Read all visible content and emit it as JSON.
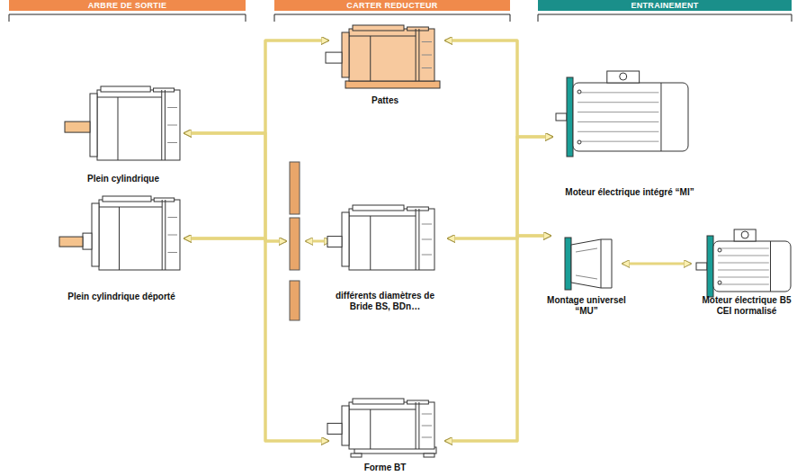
{
  "diagram": {
    "nodes": [
      {
        "text": [
          "ARBRE DE SORTIE"
        ]
      },
      {
        "text": [
          "CARTER REDUCTEUR"
        ]
      },
      {
        "text": [
          "ENTRAINEMENT"
        ]
      },
      {
        "text": [
          "Pattes"
        ]
      },
      {
        "text": [
          "Plein cylindrique"
        ]
      },
      {
        "text": [
          "Moteur électrique intégré “MI”"
        ]
      },
      {
        "text": [
          "différents diamètres de Bride BS, BDn…"
        ]
      },
      {
        "text": [
          "Plein cylindrique déporté"
        ]
      },
      {
        "text": [
          "Montage universel “MU”"
        ]
      },
      {
        "text": [
          "Moteur électrique B5 CEI normalisé"
        ]
      },
      {
        "text": [
          "Forme BT"
        ]
      }
    ],
    "edges": [
      {
        "from": 4,
        "to": 3,
        "arrow": "both"
      },
      {
        "from": 4,
        "to": 6,
        "arrow": "both"
      },
      {
        "from": 4,
        "to": 10,
        "arrow": "both"
      },
      {
        "from": 7,
        "to": 3,
        "arrow": "both"
      },
      {
        "from": 7,
        "to": 6,
        "arrow": "both"
      },
      {
        "from": 7,
        "to": 10,
        "arrow": "both"
      },
      {
        "from": 3,
        "to": 5,
        "arrow": "both"
      },
      {
        "from": 6,
        "to": 5,
        "arrow": "both"
      },
      {
        "from": 10,
        "to": 5,
        "arrow": "both"
      },
      {
        "from": 3,
        "to": 8,
        "arrow": "both"
      },
      {
        "from": 6,
        "to": 8,
        "arrow": "both"
      },
      {
        "from": 10,
        "to": 8,
        "arrow": "both"
      },
      {
        "from": 8,
        "to": 9,
        "arrow": "both"
      }
    ]
  }
}
